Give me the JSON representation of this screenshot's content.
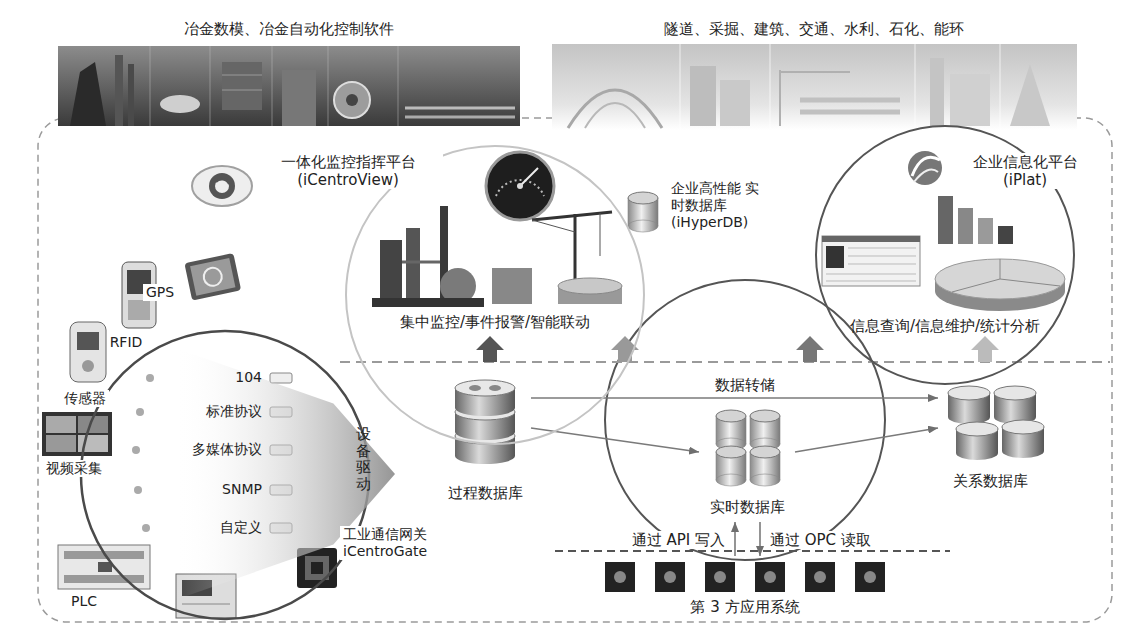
{
  "diagram": {
    "nodes": [
      {
        "text": [
          "冶金数模、冶金自动化控制软件"
        ]
      },
      {
        "text": [
          "隧道、采掘、建筑、交通、水利、石化、能环"
        ]
      },
      {
        "text": [
          "一体化监控指挥平台 (iCentroView)",
          "集中监控/事件报警/智能联动"
        ]
      },
      {
        "text": [
          "企业信息化平台 (iPlat)",
          "信息查询/信息维护/统计分析"
        ]
      },
      {
        "text": [
          "104",
          "标准协议",
          "多媒体协议",
          "SNMP",
          "自定义"
        ]
      },
      {
        "text": [
          "设备驱动"
        ],
        "in": 4
      },
      {
        "text": [
          "过程数据库"
        ]
      },
      {
        "text": [
          "实时数据库"
        ]
      },
      {
        "text": [
          "关系数据库"
        ]
      },
      {
        "text": [
          "第 3 方应用系统"
        ]
      }
    ],
    "edges": [
      {
        "from": 6,
        "to": 8,
        "label": "数据转储",
        "arrow": "to"
      },
      {
        "from": 6,
        "to": 7,
        "arrow": "to"
      },
      {
        "from": 7,
        "to": 8,
        "arrow": "to"
      },
      {
        "from": 9,
        "to": 7,
        "label": "通过 API 写入",
        "arrow": "to"
      },
      {
        "from": 7,
        "to": 9,
        "label": "通过 OPC 读取",
        "arrow": "to"
      }
    ],
    "labels": [
      "企业高性能 实时数据库 (iHyperDB)",
      "GPS",
      "RFID",
      "传感器",
      "视频采集",
      "PLC",
      "工业通信网关 iCentroGate"
    ]
  }
}
